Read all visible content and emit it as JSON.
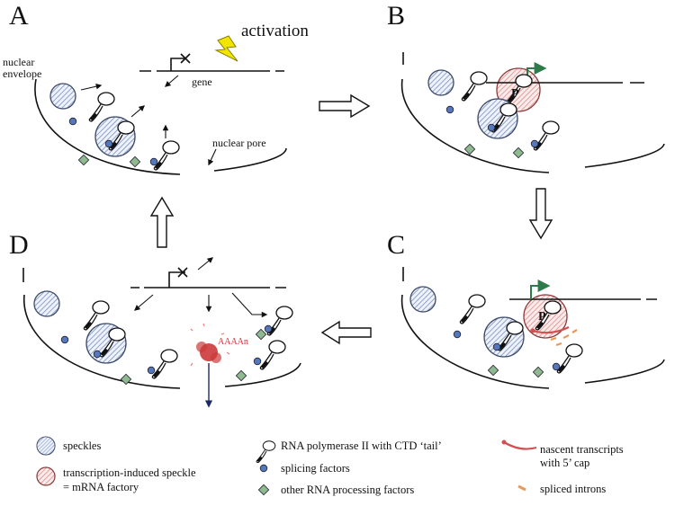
{
  "panels": {
    "a": "A",
    "b": "B",
    "c": "C",
    "d": "D"
  },
  "labels": {
    "activation": "activation",
    "nuclear_envelope_line1": "nuclear",
    "nuclear_envelope_line2": "envelope",
    "gene": "gene",
    "nuclear_pore": "nuclear pore",
    "p_mark": "P",
    "polya": "AAAAn"
  },
  "legend": {
    "speckles": "speckles",
    "factory_line1": "transcription-induced speckle",
    "factory_line2": "= mRNA factory",
    "polymerase": "RNA polymerase II with CTD ‘tail’",
    "splicing": "splicing factors",
    "other": "other RNA processing factors",
    "nascent_line1": "nascent transcripts",
    "nascent_line2": "with 5’ cap",
    "introns": "spliced introns"
  },
  "colors": {
    "speckle_stroke": "#3b4a66",
    "speckle_hatch": "#7a8fc0",
    "factory_hatch": "#e08a8a",
    "splicing_factor": "#5577bb",
    "processing_factor": "#8fb98f",
    "nascent": "#d25050",
    "intron": "#e59a5e",
    "activation_bolt": "#f2e600",
    "start_arrow": "#2f7a4a",
    "mrna": "#cc3a3a",
    "export_arrow": "#1a2a66"
  }
}
